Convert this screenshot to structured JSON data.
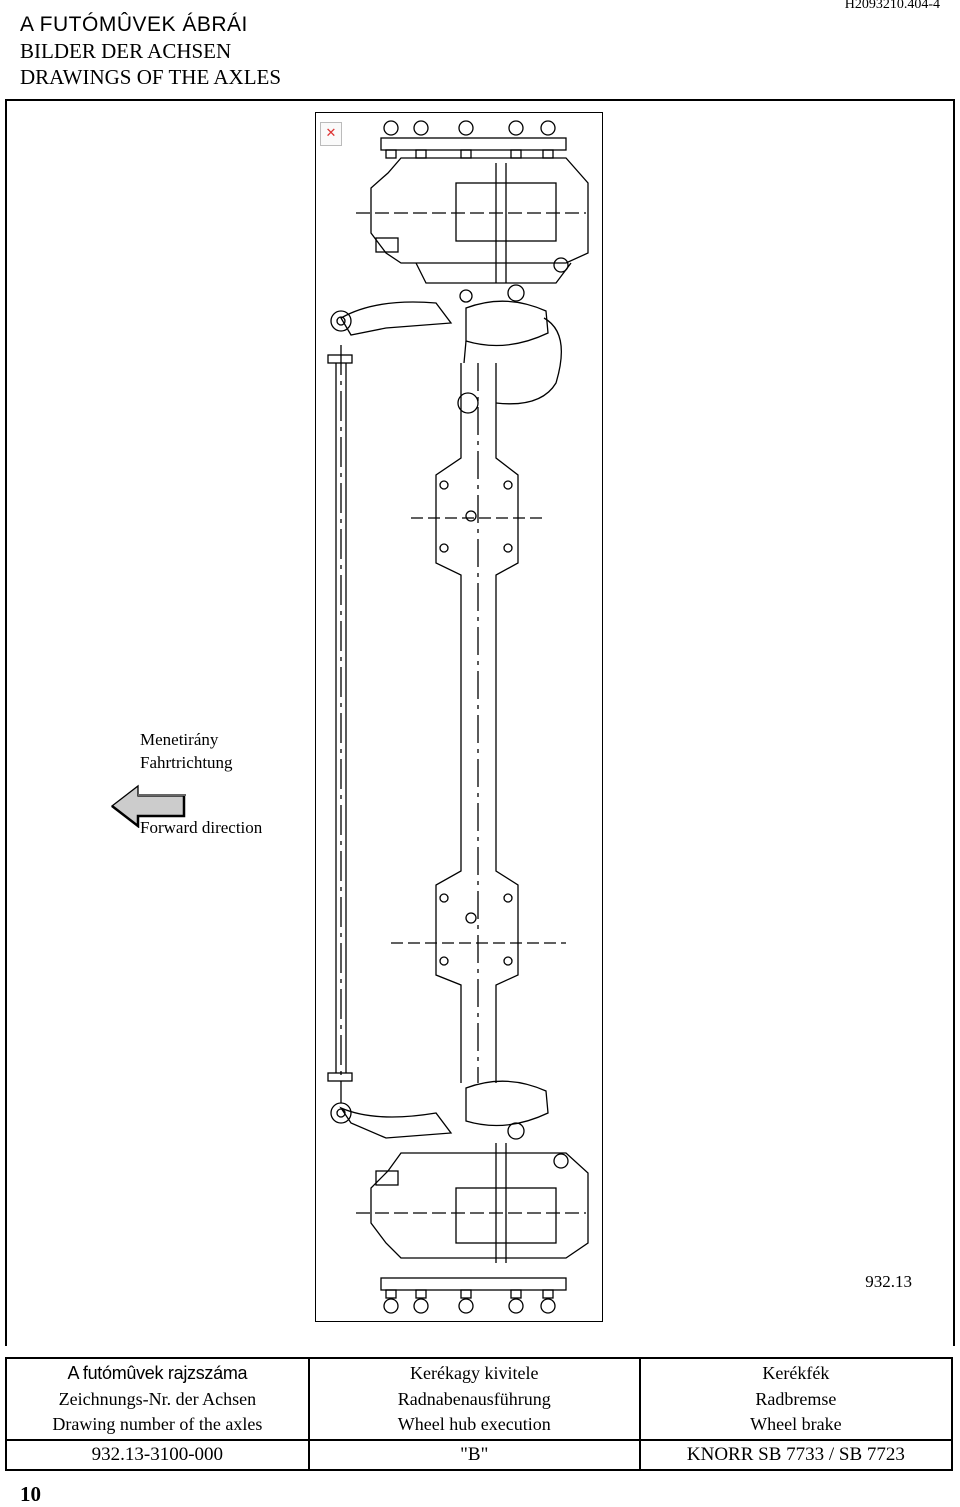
{
  "header": {
    "title_hu": "A FUTÓMÛVEK ÁBRÁI",
    "title_de": "BILDER DER ACHSEN",
    "title_en": "DRAWINGS OF THE AXLES",
    "doc_id": "H2093210.404-4"
  },
  "direction": {
    "hu": "Menetirány",
    "de": "Fahrtrichtung",
    "en": "Forward direction"
  },
  "drawing": {
    "broken_image_icon": "broken-image-icon",
    "model_label": "932.13"
  },
  "title_block": {
    "col1": [
      "A futómûvek rajzszáma",
      "Zeichnungs-Nr. der Achsen",
      "Drawing number of the axles"
    ],
    "col2": [
      "Kerékagy kivitele",
      "Radnabenausführung",
      "Wheel hub execution"
    ],
    "col3": [
      "Kerékfék",
      "Radbremse",
      "Wheel brake"
    ],
    "values": [
      "932.13-3100-000",
      "\"B\"",
      "KNORR SB 7733 / SB 7723"
    ]
  },
  "page_number": "10"
}
